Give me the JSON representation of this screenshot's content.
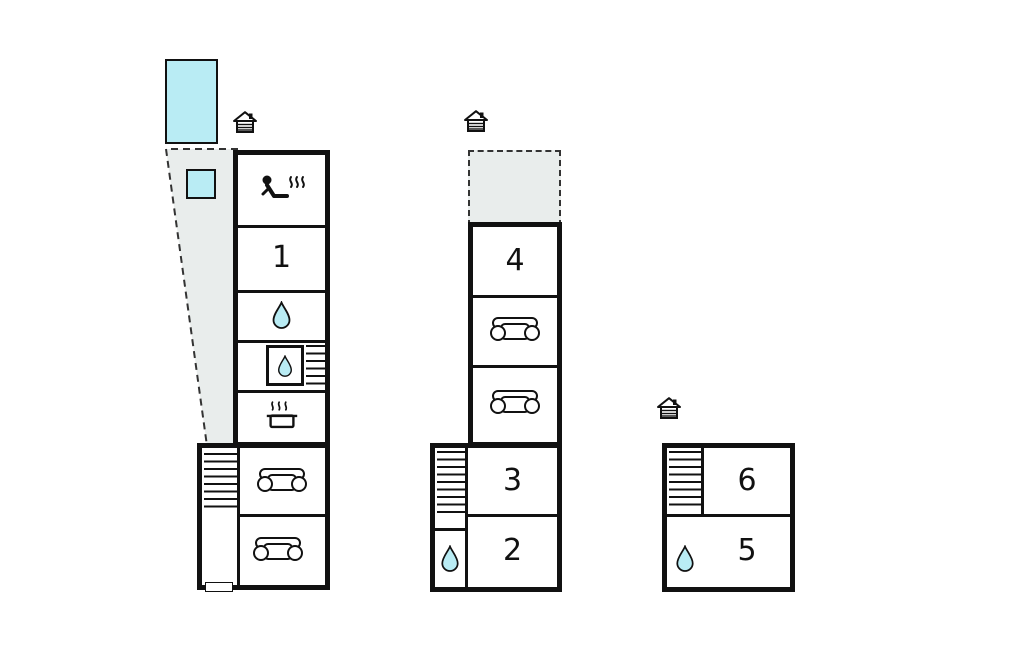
{
  "plan": {
    "kind": "holiday-home-floor-plan"
  },
  "colors": {
    "wall": "#111111",
    "water": "#b9ecf4",
    "area": "#e9edec",
    "background": "#ffffff"
  },
  "rooms": {
    "r1": {
      "label": "1"
    },
    "r2": {
      "label": "2"
    },
    "r3": {
      "label": "3"
    },
    "r4": {
      "label": "4"
    },
    "r5": {
      "label": "5"
    },
    "r6": {
      "label": "6"
    }
  },
  "icons": {
    "entrance": "entrance-icon",
    "sauna": "sauna-icon",
    "water_drop": "water-drop-icon",
    "stairs": "stairs-icon",
    "cooking_pot": "cooking-pot-icon",
    "sofa": "sofa-icon"
  }
}
